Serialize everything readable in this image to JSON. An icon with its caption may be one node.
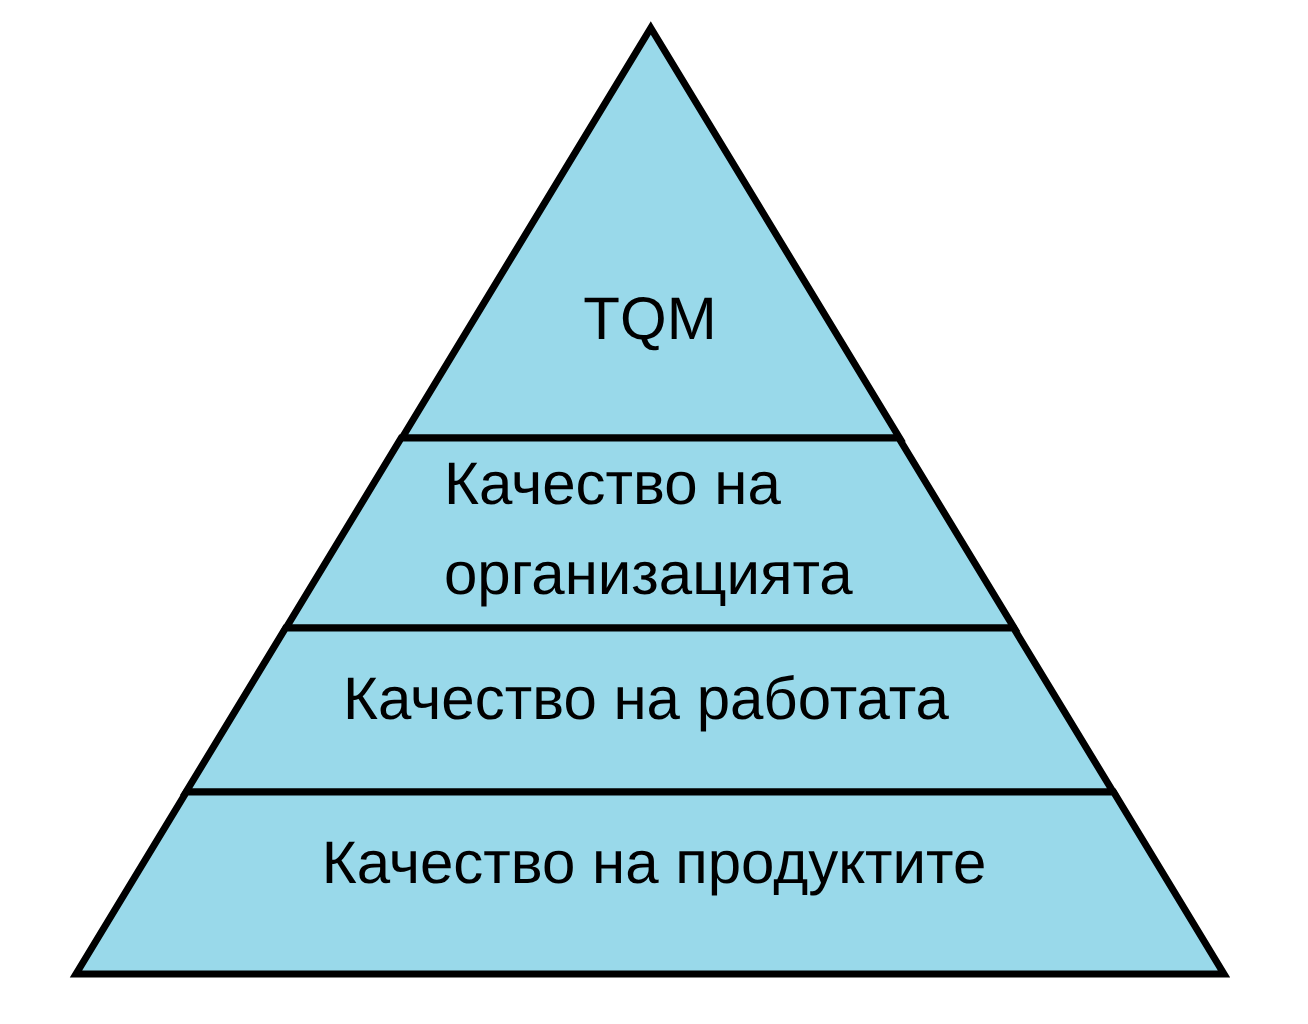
{
  "diagram": {
    "nodes": [
      {
        "text": [
          "TQM"
        ]
      },
      {
        "text": [
          "Качество на организацията"
        ]
      },
      {
        "text": [
          "Качество на работата"
        ]
      },
      {
        "text": [
          "Качество на продуктите"
        ]
      }
    ]
  }
}
